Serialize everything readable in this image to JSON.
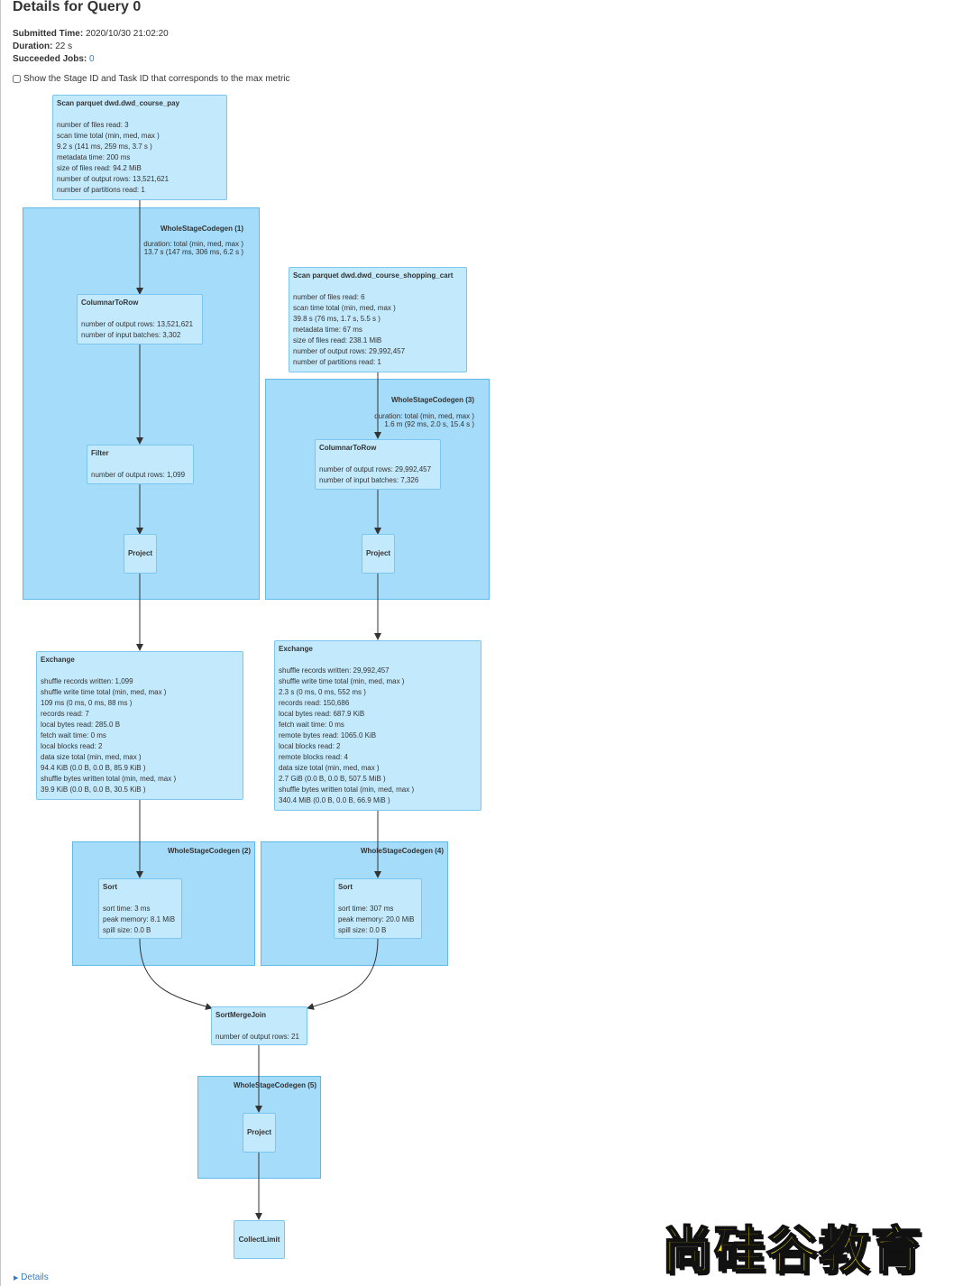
{
  "header": {
    "title": "Details for Query 0",
    "submitted_label": "Submitted Time:",
    "submitted_value": "2020/10/30 21:02:20",
    "duration_label": "Duration:",
    "duration_value": "22 s",
    "jobs_label": "Succeeded Jobs:",
    "jobs_value": "0",
    "show_stage_label": "Show the Stage ID and Task ID that corresponds to the max metric"
  },
  "clusters": {
    "wsc1": {
      "label": "WholeStageCodegen (1)",
      "dur1": "duration: total (min, med, max )",
      "dur2": "13.7 s (147 ms, 306 ms, 6.2 s )"
    },
    "wsc3": {
      "label": "WholeStageCodegen (3)",
      "dur1": "duration: total (min, med, max )",
      "dur2": "1.6 m (92 ms, 2.0 s, 15.4 s )"
    },
    "wsc2": {
      "label": "WholeStageCodegen (2)"
    },
    "wsc4": {
      "label": "WholeStageCodegen (4)"
    },
    "wsc5": {
      "label": "WholeStageCodegen (5)"
    }
  },
  "nodes": {
    "scan_pay": {
      "name": "Scan parquet dwd.dwd_course_pay",
      "metrics": [
        "number of files read: 3",
        "scan time total (min, med, max )",
        "9.2 s (141 ms, 259 ms, 3.7 s )",
        "metadata time: 200 ms",
        "size of files read: 94.2 MiB",
        "number of output rows: 13,521,621",
        "number of partitions read: 1"
      ]
    },
    "c2r_1": {
      "name": "ColumnarToRow",
      "metrics": [
        "number of output rows: 13,521,621",
        "number of input batches: 3,302"
      ]
    },
    "filter": {
      "name": "Filter",
      "metrics": [
        "number of output rows: 1,099"
      ]
    },
    "project_1": {
      "name": "Project"
    },
    "scan_cart": {
      "name": "Scan parquet dwd.dwd_course_shopping_cart",
      "metrics": [
        "number of files read: 6",
        "scan time total (min, med, max )",
        "39.8 s (76 ms, 1.7 s, 5.5 s )",
        "metadata time: 67 ms",
        "size of files read: 238.1 MiB",
        "number of output rows: 29,992,457",
        "number of partitions read: 1"
      ]
    },
    "c2r_3": {
      "name": "ColumnarToRow",
      "metrics": [
        "number of output rows: 29,992,457",
        "number of input batches: 7,326"
      ]
    },
    "project_3": {
      "name": "Project"
    },
    "exchange_left": {
      "name": "Exchange",
      "metrics": [
        "shuffle records written: 1,099",
        "shuffle write time total (min, med, max )",
        "109 ms (0 ms, 0 ms, 88 ms )",
        "records read: 7",
        "local bytes read: 285.0 B",
        "fetch wait time: 0 ms",
        "local blocks read: 2",
        "data size total (min, med, max )",
        "94.4 KiB (0.0 B, 0.0 B, 85.9 KiB )",
        "shuffle bytes written total (min, med, max )",
        "39.9 KiB (0.0 B, 0.0 B, 30.5 KiB )"
      ]
    },
    "exchange_right": {
      "name": "Exchange",
      "metrics": [
        "shuffle records written: 29,992,457",
        "shuffle write time total (min, med, max )",
        "2.3 s (0 ms, 0 ms, 552 ms )",
        "records read: 150,686",
        "local bytes read: 687.9 KiB",
        "fetch wait time: 0 ms",
        "remote bytes read: 1065.0 KiB",
        "local blocks read: 2",
        "remote blocks read: 4",
        "data size total (min, med, max )",
        "2.7 GiB (0.0 B, 0.0 B, 507.5 MiB )",
        "shuffle bytes written total (min, med, max )",
        "340.4 MiB (0.0 B, 0.0 B, 66.9 MiB )"
      ]
    },
    "sort_left": {
      "name": "Sort",
      "metrics": [
        "sort time: 3 ms",
        "peak memory: 8.1 MiB",
        "spill size: 0.0 B"
      ]
    },
    "sort_right": {
      "name": "Sort",
      "metrics": [
        "sort time: 307 ms",
        "peak memory: 20.0 MiB",
        "spill size: 0.0 B"
      ]
    },
    "smj": {
      "name": "SortMergeJoin",
      "metrics": [
        "number of output rows: 21"
      ]
    },
    "project_5": {
      "name": "Project"
    },
    "collect": {
      "name": "CollectLimit"
    }
  },
  "footer": {
    "details_label": "Details"
  },
  "watermark": {
    "text": "尚硅谷教育"
  }
}
